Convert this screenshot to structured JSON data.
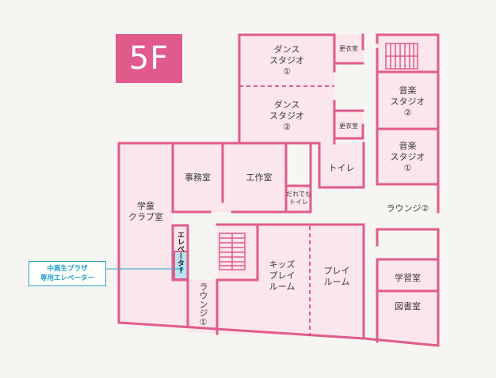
{
  "floor_label": "5F",
  "rooms": {
    "dance1": [
      "ダンス",
      "スタジオ",
      "①"
    ],
    "dance2": [
      "ダンス",
      "スタジオ",
      "②"
    ],
    "changing1": "更衣室",
    "changing2": "更衣室",
    "music2": [
      "音楽",
      "スタジオ",
      "②"
    ],
    "music1": [
      "音楽",
      "スタジオ",
      "①"
    ],
    "office": "事務室",
    "workshop": "工作室",
    "toilet": "トイレ",
    "accessible_toilet": [
      "だれでも",
      "トイレ"
    ],
    "lounge2": "ラウンジ②",
    "club": [
      "学童",
      "クラブ室"
    ],
    "elevator": "エレベーター",
    "kids_playroom": [
      "キッズ",
      "プレイ",
      "ルーム"
    ],
    "playroom": [
      "プレイ",
      "ルーム"
    ],
    "study": "学習室",
    "library": "図書室",
    "lounge1": "ラウンジ①"
  },
  "callout": [
    "中高生プラザ",
    "専用エレベーター"
  ],
  "colors": {
    "wall": "#e05b8c",
    "room_fill": "#fbe6ec",
    "background": "#f6f5f1",
    "elevator_fill": "#b7e3ee",
    "callout": "#2aa7c4"
  }
}
